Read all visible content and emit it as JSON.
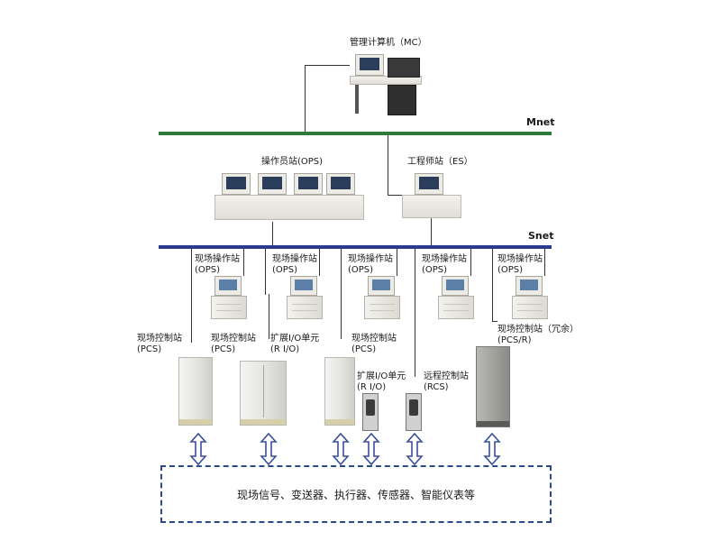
{
  "top": {
    "mc_label": "管理计算机（MC）"
  },
  "buses": {
    "mnet": "Mnet",
    "snet": "Snet"
  },
  "middle": {
    "ops_label": "操作员站(OPS)",
    "es_label": "工程师站（ES）"
  },
  "field_ops": [
    {
      "line1": "现场操作站",
      "line2": "(OPS)"
    },
    {
      "line1": "现场操作站",
      "line2": "(OPS)"
    },
    {
      "line1": "现场操作站",
      "line2": "(OPS)"
    },
    {
      "line1": "现场操作站",
      "line2": "(OPS)"
    },
    {
      "line1": "现场操作站",
      "line2": "(OPS)"
    }
  ],
  "controllers": [
    {
      "line1": "现场控制站",
      "line2": "(PCS)"
    },
    {
      "line1": "现场控制站",
      "line2": "(PCS)"
    },
    {
      "line1": "扩展I/O单元",
      "line2": "(R I/O)"
    },
    {
      "line1": "现场控制站",
      "line2": "(PCS)"
    },
    {
      "line1": "扩展I/O单元",
      "line2": "(R I/O)"
    },
    {
      "line1": "远程控制站",
      "line2": "(RCS)"
    },
    {
      "line1": "现场控制站（冗余）",
      "line2": "(PCS/R)"
    }
  ],
  "field_devices": "现场信号、变送器、执行器、传感器、智能仪表等",
  "colors": {
    "mnet": "#2d7a3a",
    "snet": "#2a3a8c",
    "arrow": "#3a4f9a",
    "field_border": "#2a4a8c"
  }
}
